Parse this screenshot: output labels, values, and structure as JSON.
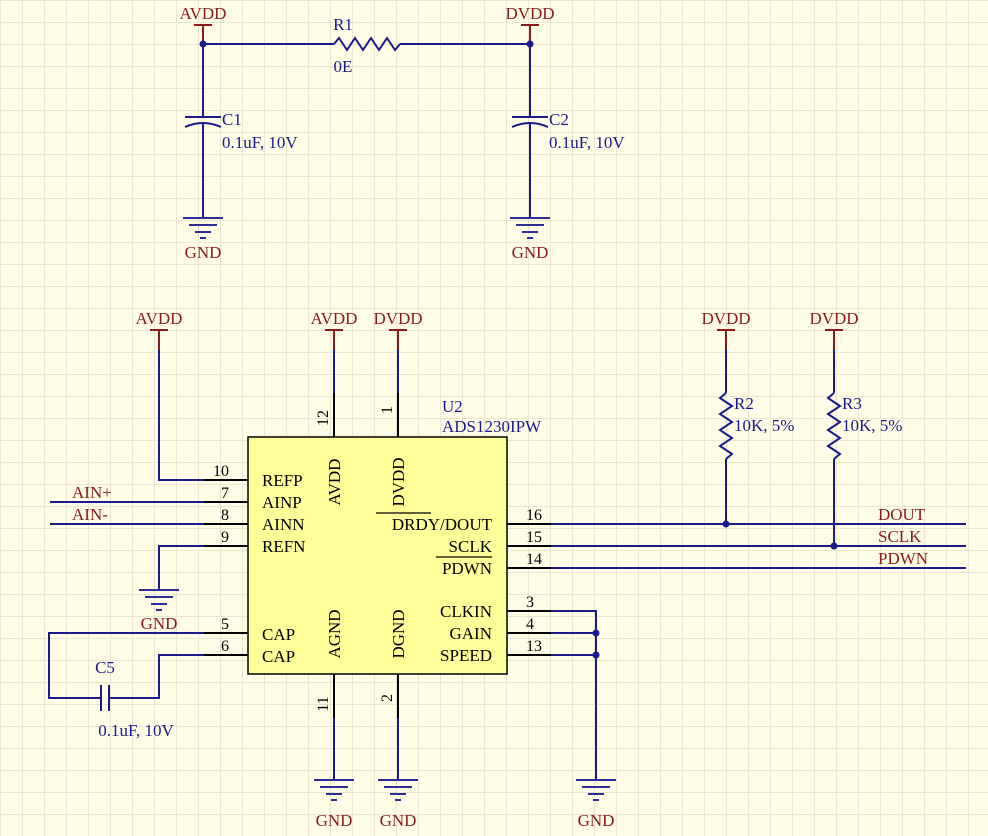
{
  "power_labels": {
    "avdd": "AVDD",
    "dvdd": "DVDD",
    "gnd": "GND"
  },
  "r1": {
    "ref": "R1",
    "value": "0E"
  },
  "c1": {
    "ref": "C1",
    "value": "0.1uF, 10V"
  },
  "c2": {
    "ref": "C2",
    "value": "0.1uF, 10V"
  },
  "c5": {
    "ref": "C5",
    "value": "0.1uF, 10V"
  },
  "r2": {
    "ref": "R2",
    "value": "10K, 5%"
  },
  "r3": {
    "ref": "R3",
    "value": "10K, 5%"
  },
  "u2": {
    "ref": "U2",
    "part": "ADS1230IPW",
    "pins": {
      "refp": {
        "num": "10",
        "name": "REFP"
      },
      "ainp": {
        "num": "7",
        "name": "AINP"
      },
      "ainn": {
        "num": "8",
        "name": "AINN"
      },
      "refn": {
        "num": "9",
        "name": "REFN"
      },
      "cap5": {
        "num": "5",
        "name": "CAP"
      },
      "cap6": {
        "num": "6",
        "name": "CAP"
      },
      "avdd": {
        "num": "12",
        "name": "AVDD"
      },
      "dvdd": {
        "num": "1",
        "name": "DVDD"
      },
      "agnd": {
        "num": "11",
        "name": "AGND"
      },
      "dgnd": {
        "num": "2",
        "name": "DGND"
      },
      "dout": {
        "num": "16",
        "name_drdy": "DRDY",
        "name_rest": "/DOUT"
      },
      "sclk": {
        "num": "15",
        "name": "SCLK"
      },
      "pdwn": {
        "num": "14",
        "name": "PDWN"
      },
      "clkin": {
        "num": "3",
        "name": "CLKIN"
      },
      "gain": {
        "num": "4",
        "name": "GAIN"
      },
      "speed": {
        "num": "13",
        "name": "SPEED"
      }
    }
  },
  "nets": {
    "ain_plus": "AIN+",
    "ain_minus": "AIN-",
    "dout": "DOUT",
    "sclk": "SCLK",
    "pdwn": "PDWN"
  },
  "colors": {
    "wire": "#1a1a8c",
    "power": "#8b1a1a",
    "body_fill": "#ffff99",
    "grid": "#e8e6d0",
    "background": "#fffde6"
  }
}
